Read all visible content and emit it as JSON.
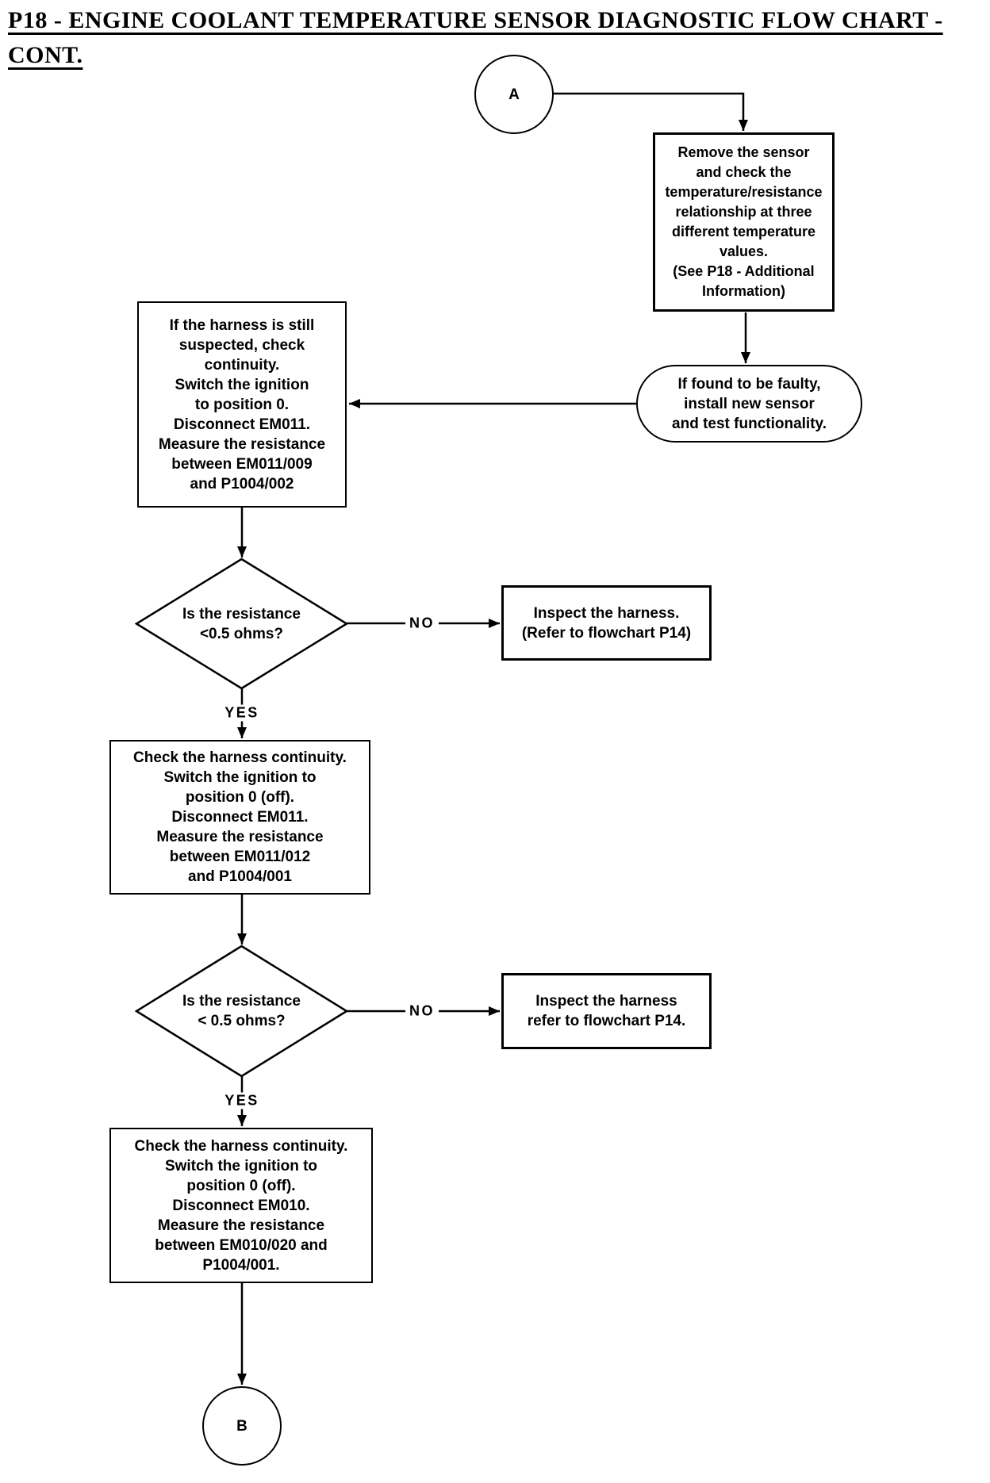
{
  "title": {
    "line1": "P18 - ENGINE COOLANT TEMPERATURE SENSOR DIAGNOSTIC FLOW CHART -",
    "line2": "CONT."
  },
  "flowchart": {
    "connector_a": "A",
    "connector_b": "B",
    "remove_sensor": "Remove the sensor\nand check the\ntemperature/resistance\nrelationship at three\ndifferent temperature\nvalues.\n(See P18 - Additional\nInformation)",
    "install_sensor": "If found to be faulty,\ninstall new sensor\nand test functionality.",
    "harness_suspected": "If the harness is still\nsuspected, check\ncontinuity.\nSwitch the ignition\nto position 0.\nDisconnect EM011.\nMeasure the resistance\nbetween EM011/009\nand P1004/002",
    "decision1": "Is the resistance\n<0.5 ohms?",
    "inspect1": "Inspect the harness.\n(Refer to flowchart P14)",
    "check_em011": "Check the harness continuity.\nSwitch the ignition to\nposition 0 (off).\nDisconnect EM011.\nMeasure the resistance\nbetween EM011/012\nand P1004/001",
    "decision2": "Is the resistance\n< 0.5 ohms?",
    "inspect2": "Inspect the harness\nrefer to flowchart P14.",
    "check_em010": "Check the harness continuity.\nSwitch the ignition to\nposition 0 (off).\nDisconnect EM010.\nMeasure the resistance\nbetween EM010/020 and\nP1004/001.",
    "labels": {
      "no1": "NO",
      "yes1": "YES",
      "no2": "NO",
      "yes2": "YES"
    }
  },
  "colors": {
    "ink": "#000000",
    "paper": "#ffffff"
  }
}
